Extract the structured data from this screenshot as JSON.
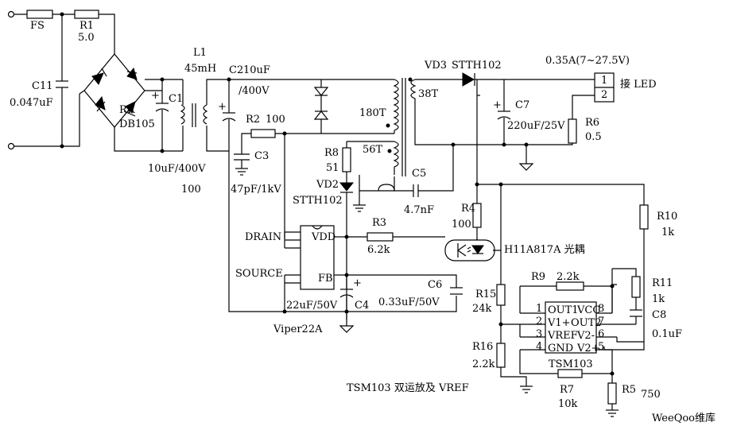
{
  "labels": {
    "fs": "FS",
    "r1": "R1",
    "r1_val": "5.0",
    "c11": "C11",
    "c11_val": "0.047uF",
    "l1": "L1",
    "l1_val": "45mH",
    "c2": "C2",
    "c2_val": "10uF",
    "c2_volt": "/400V",
    "c1": "C1",
    "c1_val": "10uF/400V",
    "rr": "RR",
    "bridge": "DB105",
    "hundred": "100",
    "r2": "R2",
    "r2_val": "100",
    "c3": "C3",
    "c3_val": "47pF/1kV",
    "vd3": "VD3",
    "vd3_part": "STTH102",
    "out_spec": "0.35A(7~27.5V)",
    "led": "接 LED",
    "pin1": "1",
    "pin2": "2",
    "t38": "38T",
    "t180": "180T",
    "t56": "56T",
    "c7": "C7",
    "c7_val": "220uF/25V",
    "r6": "R6",
    "r6_val": "0.5",
    "r8": "R8",
    "r8_val": "51",
    "vd2": "VD2",
    "vd2_part": "STTH102",
    "c5": "C5",
    "c5_val": "4.7nF",
    "r4": "R4",
    "r4_val": "100",
    "r10": "R10",
    "r10_val": "1k",
    "drain": "DRAIN",
    "source": "SOURCE",
    "vdd": "VDD",
    "fb": "FB",
    "r3": "R3",
    "r3_val": "6.2k",
    "opto": "H11A817A 光耦",
    "c4": "C4",
    "c4_val": "22uF/50V",
    "c6": "C6",
    "c6_val": "0.33uF/50V",
    "viper": "Viper22A",
    "r9": "R9",
    "r9_val": "2.2k",
    "r11": "R11",
    "r11_val": "1k",
    "c8": "C8",
    "c8_val": "0.1uF",
    "r15": "R15",
    "r15_val": "24k",
    "r16": "R16",
    "r16_val": "2.2k",
    "r7": "R7",
    "r7_val": "10k",
    "r5": "R5",
    "r5_val": "750",
    "tsm_pins_left": [
      "OUT1",
      "V1+",
      "VREF",
      "GND"
    ],
    "tsm_pins_right": [
      "VCC",
      "OUT2",
      "V2-",
      "V2+"
    ],
    "tsm_nums_left": [
      "1",
      "2",
      "3",
      "4"
    ],
    "tsm_nums_right": [
      "8",
      "7",
      "6",
      "5"
    ],
    "tsm_name": "TSM103",
    "tsm_caption": "TSM103 双运放及 VREF",
    "watermark": "WeeQoo维库"
  }
}
